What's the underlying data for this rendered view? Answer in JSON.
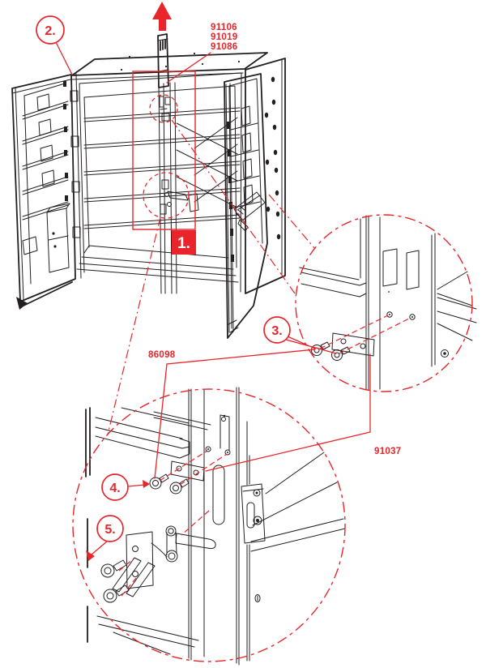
{
  "diagram": {
    "callouts": {
      "c1": "1.",
      "c2": "2.",
      "c3": "3.",
      "c4": "4.",
      "c5": "5."
    },
    "part_numbers": {
      "rod_parts": [
        "91106",
        "91019",
        "91086"
      ],
      "screws": "86098",
      "plate": "91037"
    },
    "colors": {
      "accent": "#e8252a",
      "line": "#231f20",
      "background": "#ffffff"
    }
  }
}
